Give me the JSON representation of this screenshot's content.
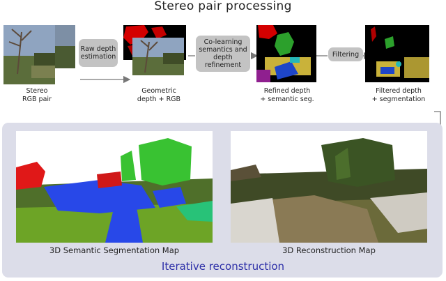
{
  "title": "Stereo pair processing",
  "stages": [
    {
      "caption": "Stereo\nRGB pair"
    },
    {
      "caption": "Geometric\ndepth + RGB"
    },
    {
      "caption": "Refined depth\n+ semantic seg."
    },
    {
      "caption": "Filtered depth\n+ segmentation"
    }
  ],
  "processes": [
    {
      "label": "Raw depth\nestimation"
    },
    {
      "label": "Co-learning\nsemantics and\ndepth refinement"
    },
    {
      "label": "Filtering"
    }
  ],
  "maps": [
    {
      "label": "3D Semantic Segmentation Map"
    },
    {
      "label": "3D Reconstruction Map"
    }
  ],
  "panel_title": "Iterative reconstruction",
  "colors": {
    "process_box": "#c3c3c3",
    "panel_bg": "#dcdde9",
    "panel_title": "#2d2fa8",
    "arrow": "#777777"
  }
}
